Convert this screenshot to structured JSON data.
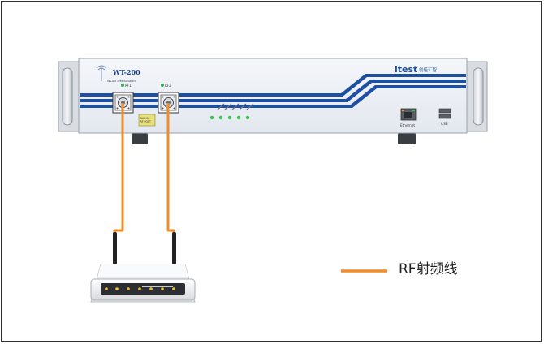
{
  "device": {
    "model_label": "WT-200",
    "subtitle": "WLAN Test Solution",
    "brand_label": "itest",
    "brand_cn": "创佳汇智",
    "port1_label": "RF1",
    "port2_label": "RF2",
    "port_note": "AUX-IN\nRF PORT",
    "ethernet_label": "Ethernet",
    "usb_label": "USB",
    "colors": {
      "stripe": "#1d4fa3",
      "panel": "#ebeff5",
      "cable": "#f08c2a"
    }
  },
  "legend": {
    "label": "RF射频线",
    "color": "#f08c2a"
  }
}
